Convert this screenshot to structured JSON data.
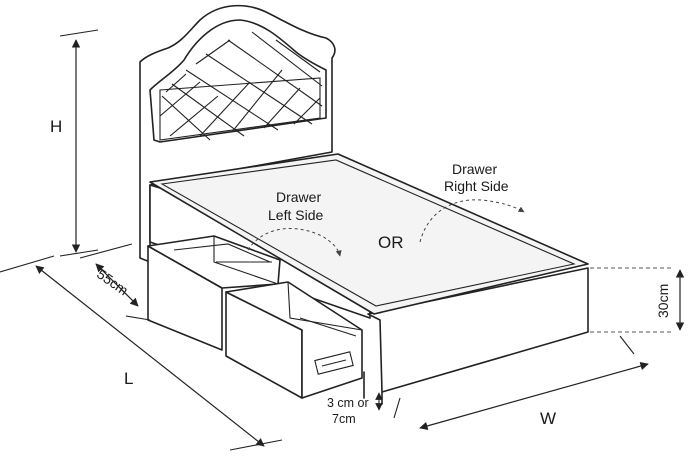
{
  "labels": {
    "height": "H",
    "depth": "55cm",
    "length": "L",
    "width": "W",
    "base_height": "30cm",
    "or": "OR",
    "drawer_left": [
      "Drawer",
      "Left Side"
    ],
    "drawer_right": [
      "Drawer",
      "Right Side"
    ],
    "clearance": [
      "3 cm or",
      "7cm"
    ]
  },
  "colors": {
    "line": "#222222",
    "mattress": "#f4f4f4",
    "background": "#ffffff"
  }
}
